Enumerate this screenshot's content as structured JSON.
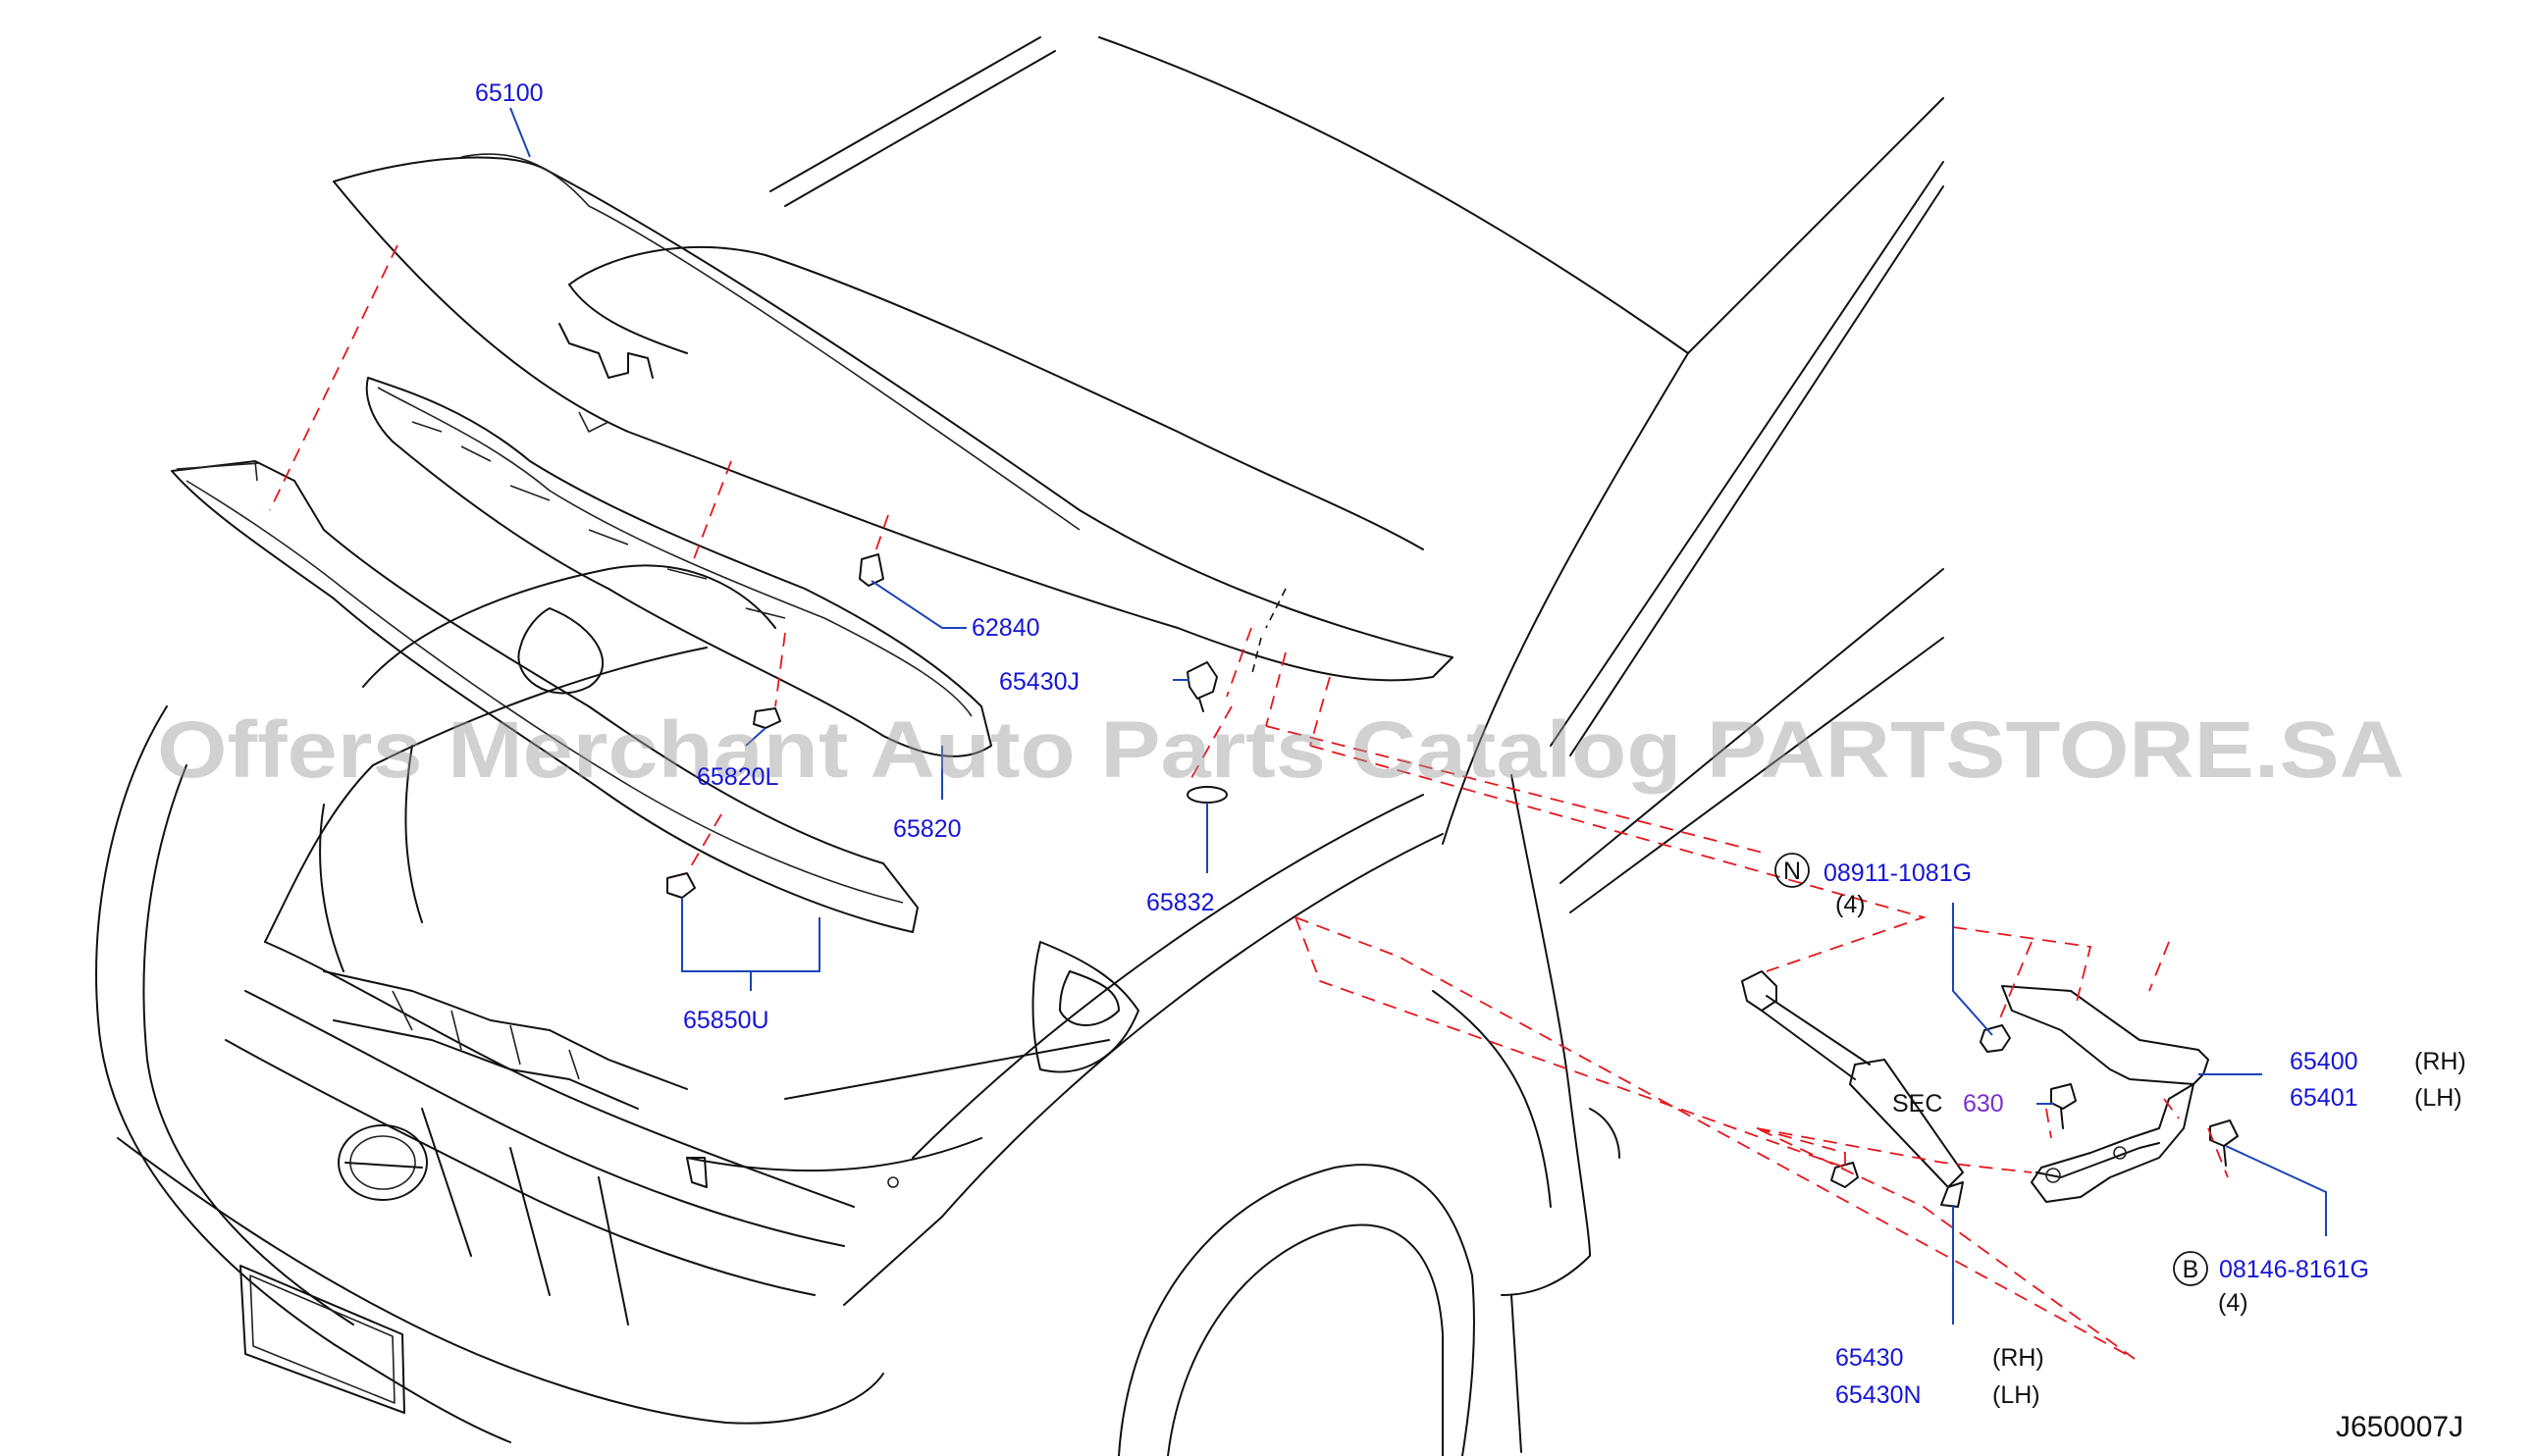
{
  "diagram": {
    "watermark": "Offers Merchant Auto Parts Catalog PARTSTORE.SA",
    "drawing_code": "J650007J",
    "sec_ref": {
      "prefix": "SEC",
      "number": "630"
    },
    "parts": {
      "p65100": "65100",
      "p62840": "62840",
      "p65430J": "65430J",
      "p65820L": "65820L",
      "p65820": "65820",
      "p65832": "65832",
      "p65850U": "65850U",
      "p65400": "65400",
      "p65401": "65401",
      "p65430": "65430",
      "p65430N": "65430N",
      "p08911": "08911-1081G",
      "p08146": "08146-8161G"
    },
    "sides": {
      "rh": "(RH)",
      "lh": "(LH)"
    },
    "quantities": {
      "q08911": "(4)",
      "q08146": "(4)"
    },
    "markers": {
      "nut": "N",
      "bolt": "B"
    }
  }
}
